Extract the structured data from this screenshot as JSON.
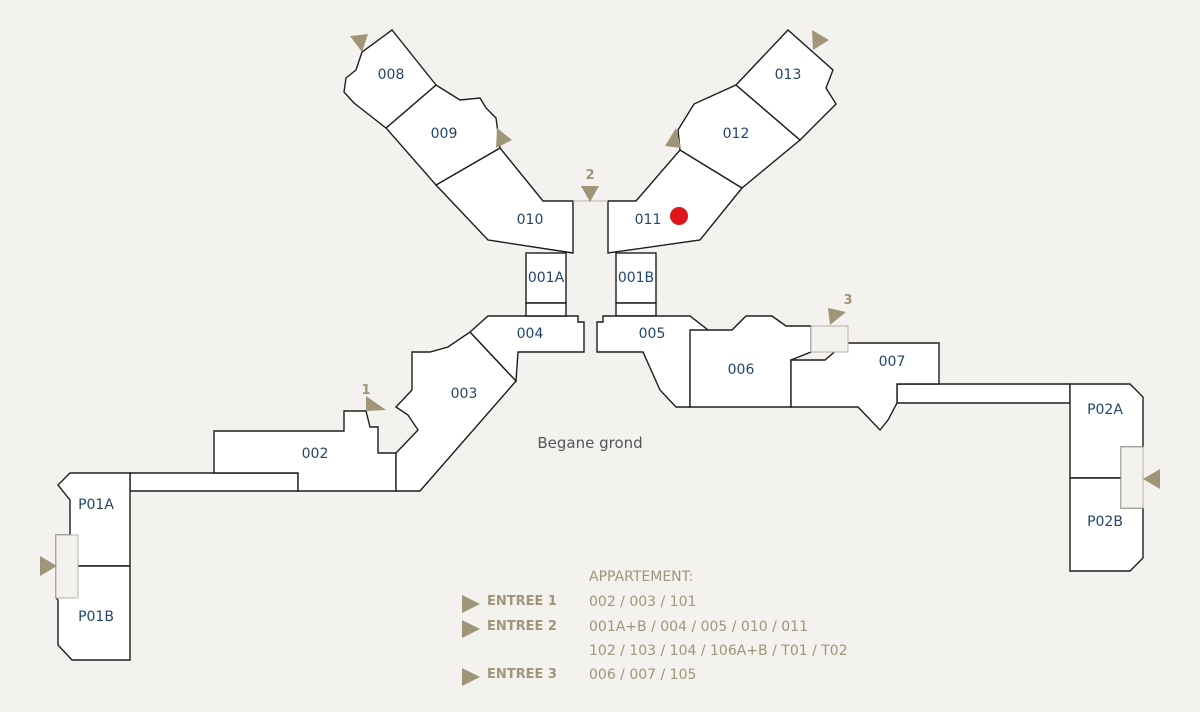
{
  "floor_label": "Begane grond",
  "units": {
    "u008": "008",
    "u009": "009",
    "u010": "010",
    "u011": "011",
    "u012": "012",
    "u013": "013",
    "u001a": "001A",
    "u001b": "001B",
    "u004": "004",
    "u005": "005",
    "u003": "003",
    "u002": "002",
    "u006": "006",
    "u007": "007",
    "p01a": "P01A",
    "p01b": "P01B",
    "p02a": "P02A",
    "p02b": "P02B"
  },
  "entrances": {
    "e1": "1",
    "e2": "2",
    "e3": "3"
  },
  "legend": {
    "header": "APPARTEMENT:",
    "rows": [
      {
        "name": "ENTREE 1",
        "value": "002 / 003 / 101"
      },
      {
        "name": "ENTREE 2",
        "value": "001A+B / 004 / 005 / 010 / 011"
      },
      {
        "name": "",
        "value": "102 / 103 / 104 / 106A+B / T01 / T02"
      },
      {
        "name": "ENTREE 3",
        "value": "006 / 007 / 105"
      }
    ]
  },
  "colors": {
    "background": "#f4f2ee",
    "wall": "#1e1e1e",
    "label": "#23466e",
    "accent": "#a09579",
    "marker": "#e0141c"
  }
}
